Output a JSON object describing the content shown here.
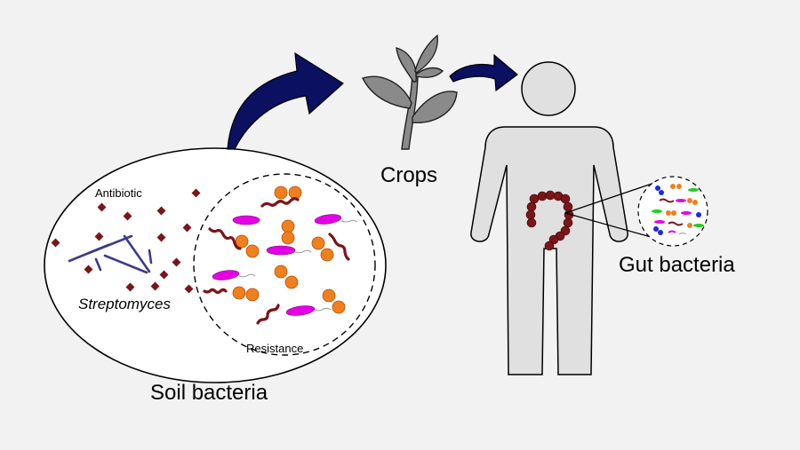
{
  "labels": {
    "antibiotic": "Antibiotic",
    "streptomyces": "Streptomyces",
    "resistance": "Resistance",
    "soil_bacteria": "Soil bacteria",
    "crops": "Crops",
    "gut_bacteria": "Gut bacteria"
  },
  "colors": {
    "background": "#f2f2f2",
    "arrow": "#0b1060",
    "antibiotic_particle": "#7a1518",
    "streptomyces_rod": "#3d3a8c",
    "resistance_rod": "#e600e6",
    "coccus": "#f07f1e",
    "spirochete": "#7a1518",
    "plant": "#8a8a8a",
    "human": "#e0e0e0",
    "intestine": "#7a1518"
  },
  "icons": {
    "plant": "plant-icon",
    "human": "human-silhouette-icon",
    "intestine": "intestine-icon"
  }
}
